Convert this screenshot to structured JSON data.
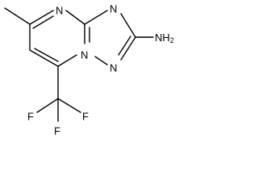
{
  "molecule": {
    "atoms": {
      "n_top": "N",
      "n_right_top": "N",
      "n_bridge": "N",
      "n_right_bottom": "N",
      "amine": "NH2_label",
      "f_left": "F",
      "f_bottom": "F",
      "f_right": "F"
    },
    "labels": {
      "n_top": "N",
      "n_right_top": "N",
      "n_bridge": "N",
      "n_right_bottom": "N",
      "amine": "NH",
      "amine_sub": "2",
      "f_left": "F",
      "f_bottom": "F",
      "f_right": "F"
    }
  }
}
